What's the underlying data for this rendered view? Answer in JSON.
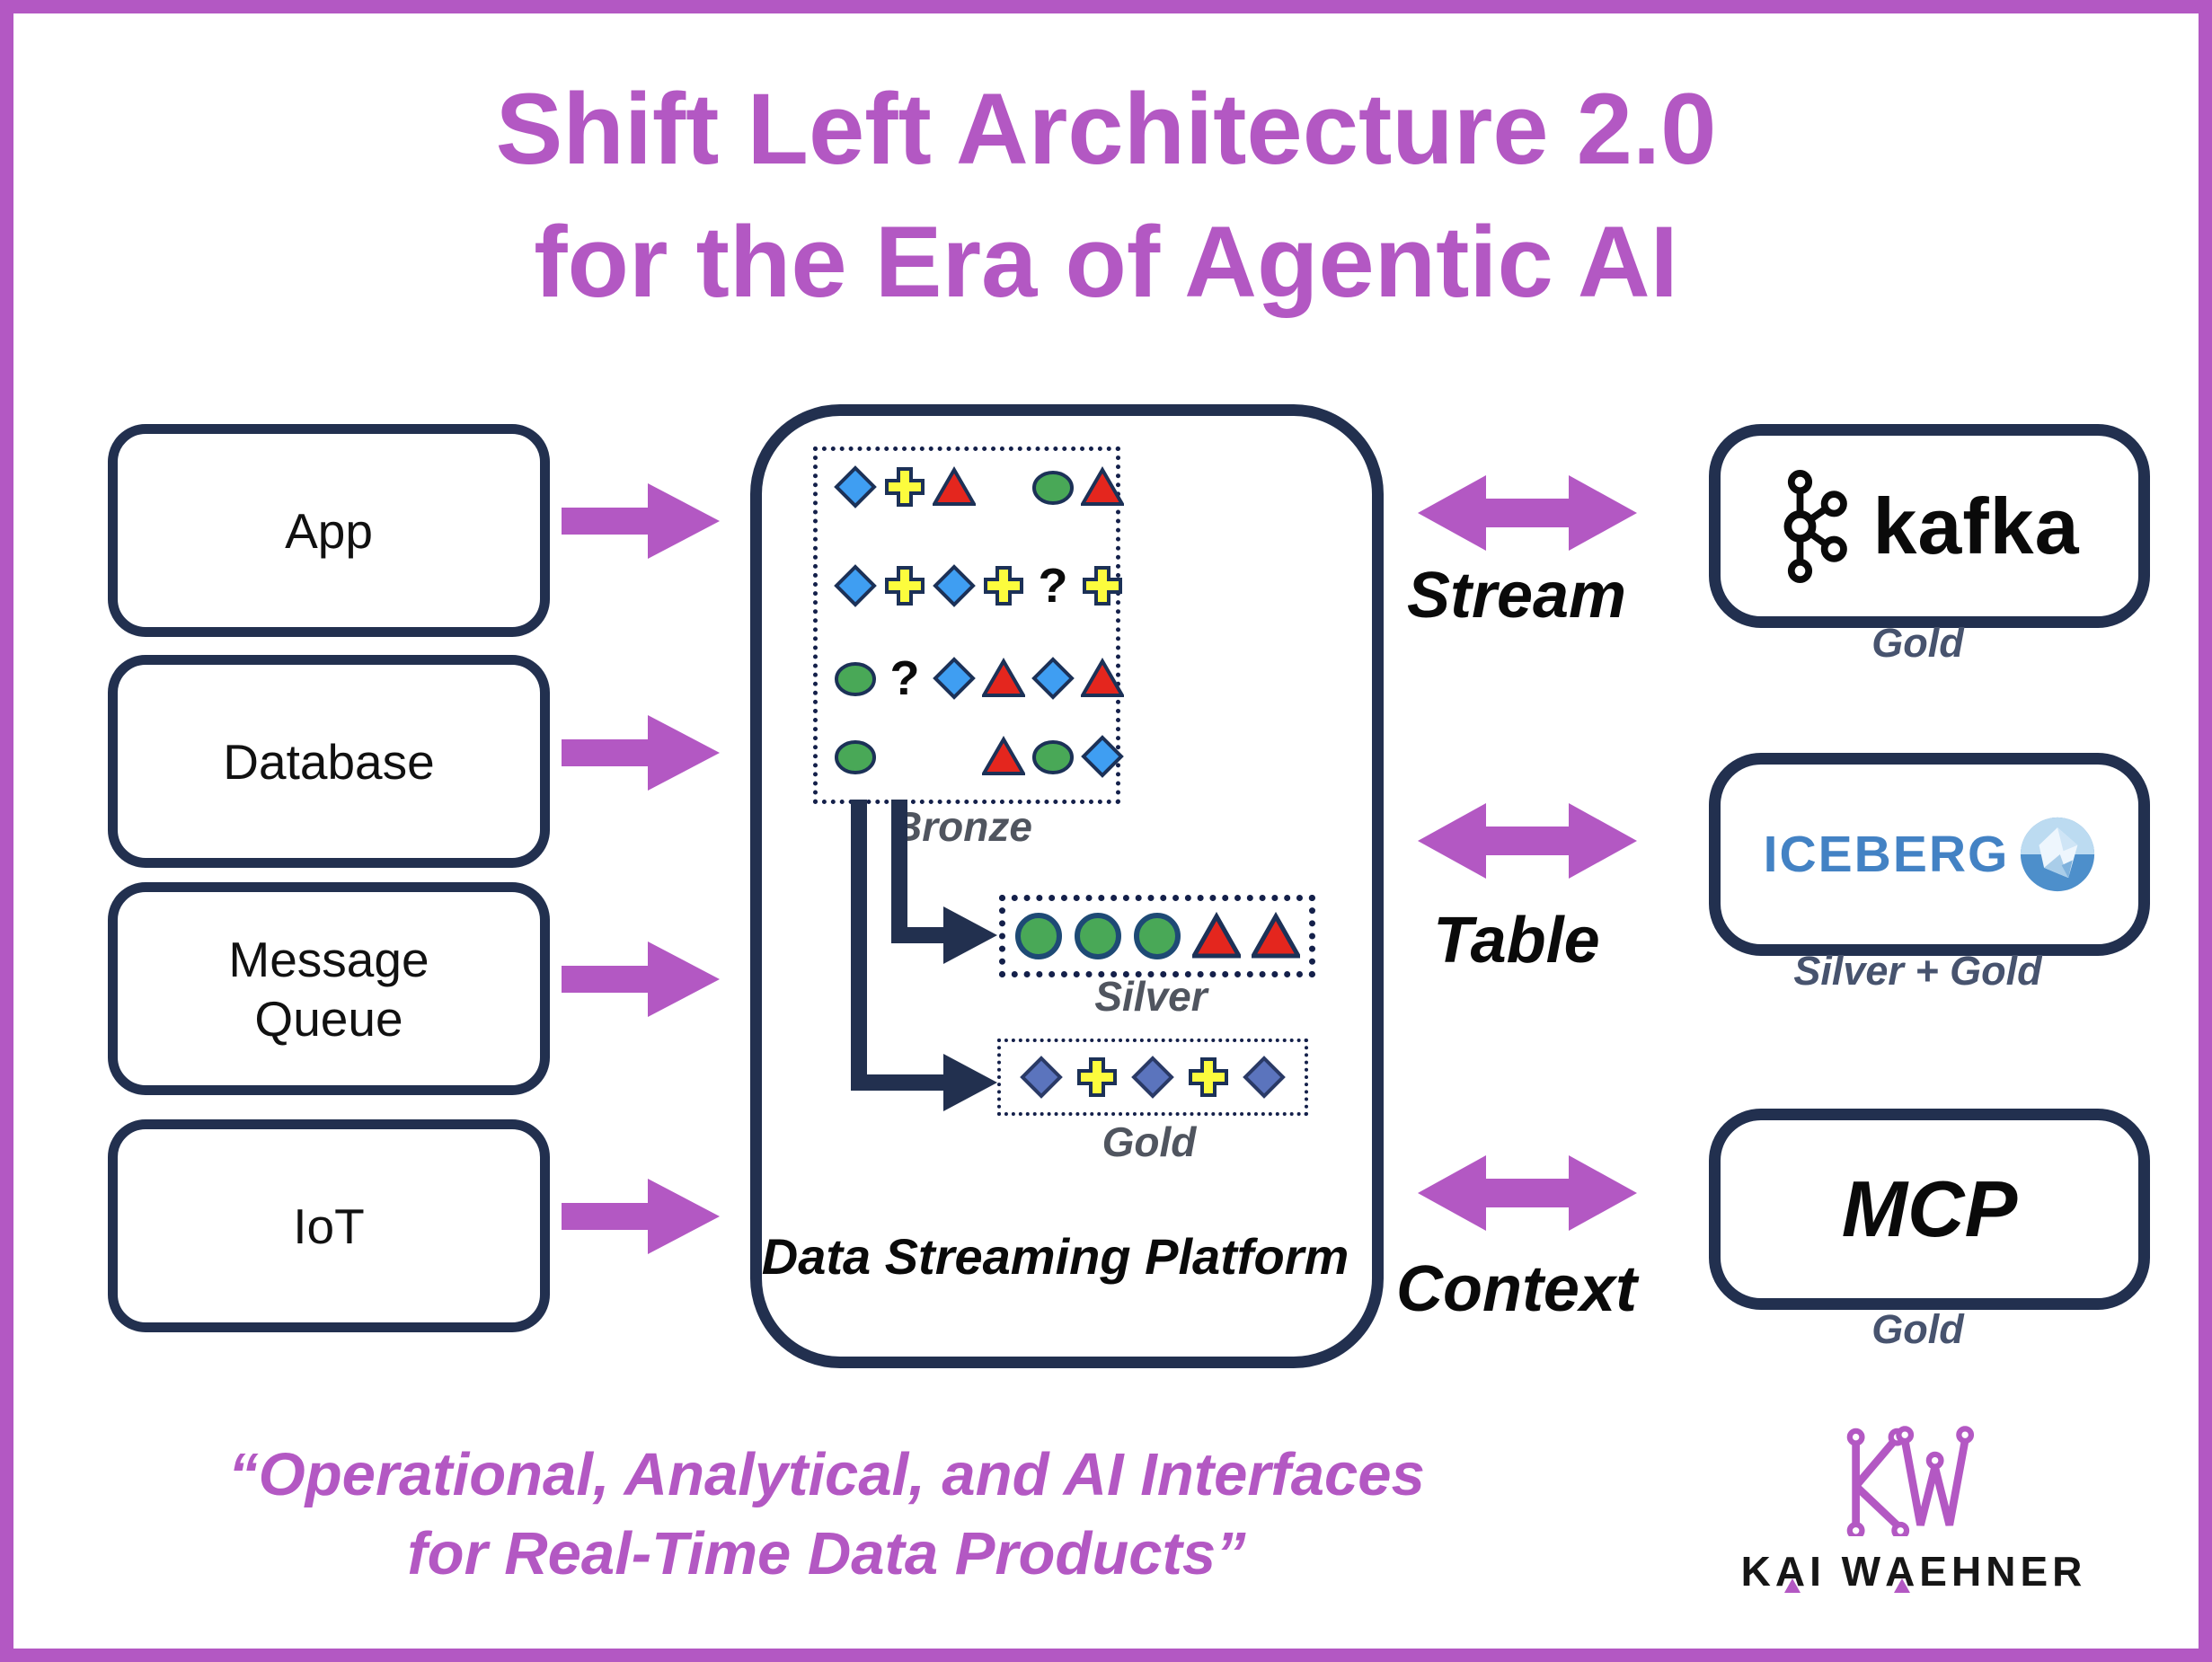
{
  "page": {
    "title": [
      "Shift Left Architecture 2.0",
      "for the Era of Agentic AI"
    ],
    "quote": [
      "“Operational, Analytical, and AI Interfaces",
      "for Real-Time Data Products”"
    ]
  },
  "colors": {
    "accent": "#b358c3",
    "navy": "#22304f",
    "dot": "#14204a",
    "shape_stroke": "#1c3157",
    "blue": "#3f9ef2",
    "yellow": "#fcfc3d",
    "red": "#e4261e",
    "green": "#49a857",
    "indigo": "#5b74bd",
    "indigo_stroke": "#2a3a66",
    "silver_ring": "#1e4a75",
    "tier_label": "#50555f",
    "badge_label": "#47536e",
    "iceberg_blue": "#4382c4"
  },
  "sources": [
    {
      "label": "App"
    },
    {
      "label": "Database"
    },
    {
      "label": "Message Queue"
    },
    {
      "label": "IoT"
    }
  ],
  "platform": {
    "label": "Data Streaming Platform",
    "bronze": {
      "label": "Bronze",
      "rows": [
        [
          "diamond",
          "cross",
          "triangle",
          "gap",
          "circle",
          "triangle"
        ],
        [
          "diamond",
          "cross",
          "diamond",
          "cross",
          "qmark",
          "cross"
        ],
        [
          "circle",
          "qmark",
          "diamond",
          "triangle",
          "diamond",
          "triangle"
        ],
        [
          "circle",
          "gap",
          "gap",
          "triangle",
          "circle",
          "diamond"
        ]
      ]
    },
    "silver": {
      "label": "Silver",
      "shapes": [
        "ring",
        "ring",
        "ring",
        "tri_big",
        "tri_big"
      ]
    },
    "gold": {
      "label": "Gold",
      "shapes": [
        "diamond_gold",
        "cross",
        "diamond_gold",
        "cross",
        "diamond_gold"
      ]
    }
  },
  "interfaces": [
    {
      "label": "Stream",
      "tier": "Gold"
    },
    {
      "label": "Table",
      "tier": "Silver + Gold"
    },
    {
      "label": "Context",
      "tier": "Gold"
    }
  ],
  "targets": {
    "kafka": {
      "name": "kafka"
    },
    "iceberg": {
      "name": "ICEBERG"
    },
    "mcp": {
      "name": "MCP"
    }
  },
  "brand": {
    "name": "KAI WAEHNER"
  }
}
